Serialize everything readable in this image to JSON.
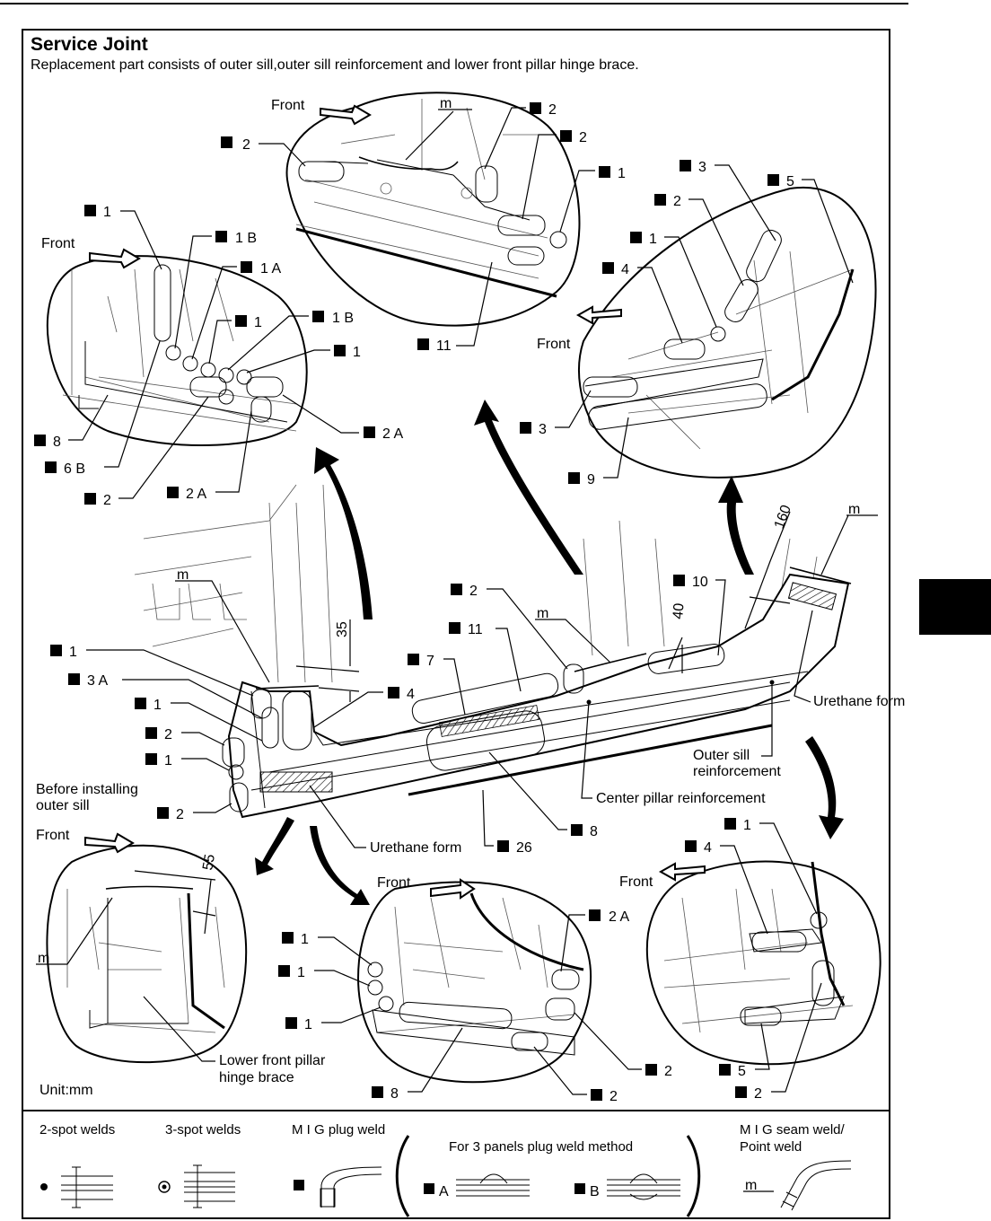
{
  "title": "Service Joint",
  "subtitle": "Replacement part consists of outer sill,outer sill reinforcement and lower front pillar hinge brace.",
  "unit": "Unit:mm",
  "views": {
    "top_center": {
      "front": "Front",
      "callouts": [
        "2",
        "2",
        "2",
        "1",
        "11"
      ]
    },
    "top_left": {
      "front": "Front",
      "callouts": [
        "1",
        "1 B",
        "1 A",
        "1",
        "1 B",
        "1",
        "8",
        "6 B",
        "2",
        "2 A",
        "2 A"
      ]
    },
    "top_right": {
      "front": "Front",
      "callouts": [
        "3",
        "2",
        "5",
        "1",
        "4",
        "3",
        "9"
      ]
    },
    "main": {
      "callouts": [
        "1",
        "3 A",
        "1",
        "2",
        "1",
        "2",
        "4",
        "2",
        "11",
        "7",
        "10",
        "26",
        "8"
      ],
      "dim_35": "35",
      "dim_40": "40",
      "dim_160": "160",
      "urethane_right": "Urethane form",
      "outer_sill_reinforcement": "Outer sill reinforcement",
      "center_pillar_reinforcement": "Center pillar reinforcement",
      "before_installing": "Before installing outer sill",
      "urethane_bottom": "Urethane form"
    },
    "bottom_left": {
      "front": "Front",
      "dim_55": "55",
      "hinge_brace": "Lower front pillar hinge brace"
    },
    "bottom_center": {
      "front": "Front",
      "callouts": [
        "2 A",
        "1",
        "1",
        "1",
        "2",
        "8",
        "2"
      ]
    },
    "bottom_right": {
      "front": "Front",
      "callouts": [
        "1",
        "4",
        "5",
        "2"
      ]
    }
  },
  "legend": {
    "two_spot": "2-spot welds",
    "three_spot": "3-spot welds",
    "mig_plug": "M I G plug weld",
    "three_panels": "For 3 panels plug weld method",
    "method_a": "A",
    "method_b": "B",
    "mig_seam": "M I G seam weld/ Point weld"
  }
}
